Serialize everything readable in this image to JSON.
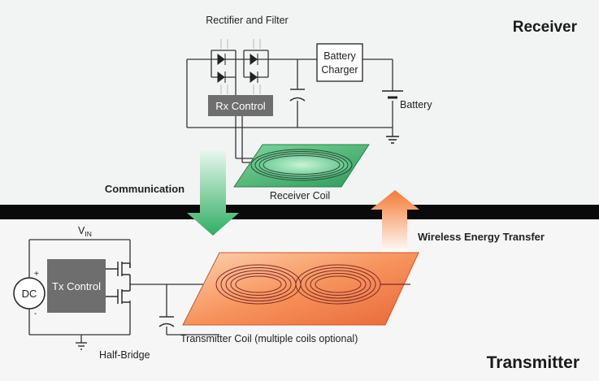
{
  "sections": {
    "receiver_title": "Receiver",
    "transmitter_title": "Transmitter"
  },
  "receiver": {
    "rectifier_label": "Rectifier and Filter",
    "battery_charger_line1": "Battery",
    "battery_charger_line2": "Charger",
    "battery_label": "Battery",
    "rx_control_label": "Rx Control",
    "receiver_coil_label": "Receiver Coil"
  },
  "transmitter": {
    "vin_main": "V",
    "vin_sub": "IN",
    "dc_label": "DC",
    "plus_sign": "+",
    "minus_sign": "-",
    "tx_control_label": "Tx Control",
    "half_bridge_label": "Half-Bridge",
    "transmitter_coil_label": "Transmitter Coil (multiple coils optional)"
  },
  "arrows": {
    "communication_label": "Communication",
    "energy_transfer_label": "Wireless Energy Transfer"
  },
  "colors": {
    "receiver_bg": "#f2f4f4",
    "transmitter_bg": "#f6f6f6",
    "divider": "#0a0a0a",
    "control_box": "#6e6e6e",
    "receiver_pad": "#3fa86a",
    "transmitter_pad": "#f07a48",
    "comm_arrow": "#3cb66a",
    "energy_arrow": "#f5883f"
  }
}
